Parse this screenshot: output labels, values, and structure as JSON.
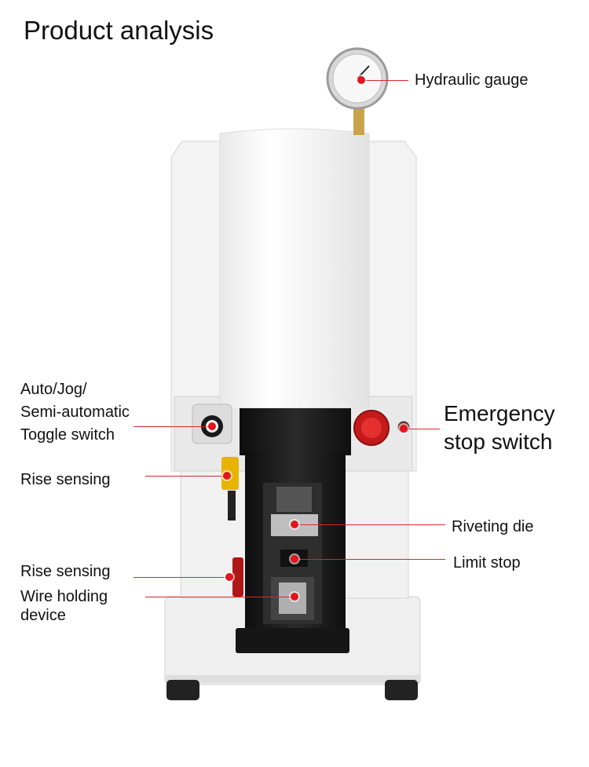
{
  "title": "Product analysis",
  "callouts": {
    "hydraulic_gauge": "Hydraulic gauge",
    "toggle_line1": "Auto/Jog/",
    "toggle_line2": "Semi-automatic",
    "toggle_line3": "Toggle switch",
    "emergency_line1": "Emergency",
    "emergency_line2": "stop switch",
    "rise_sensing_top": "Rise sensing",
    "riveting_die": "Riveting die",
    "limit_stop": "Limit stop",
    "rise_sensing_bottom": "Rise sensing",
    "wire_line1": "Wire holding",
    "wire_line2": "device"
  },
  "colors": {
    "accent_red": "#e3141c",
    "body_white": "#f4f4f4",
    "column_black": "#1c1c1c",
    "sensor_yellow": "#e8b400"
  }
}
